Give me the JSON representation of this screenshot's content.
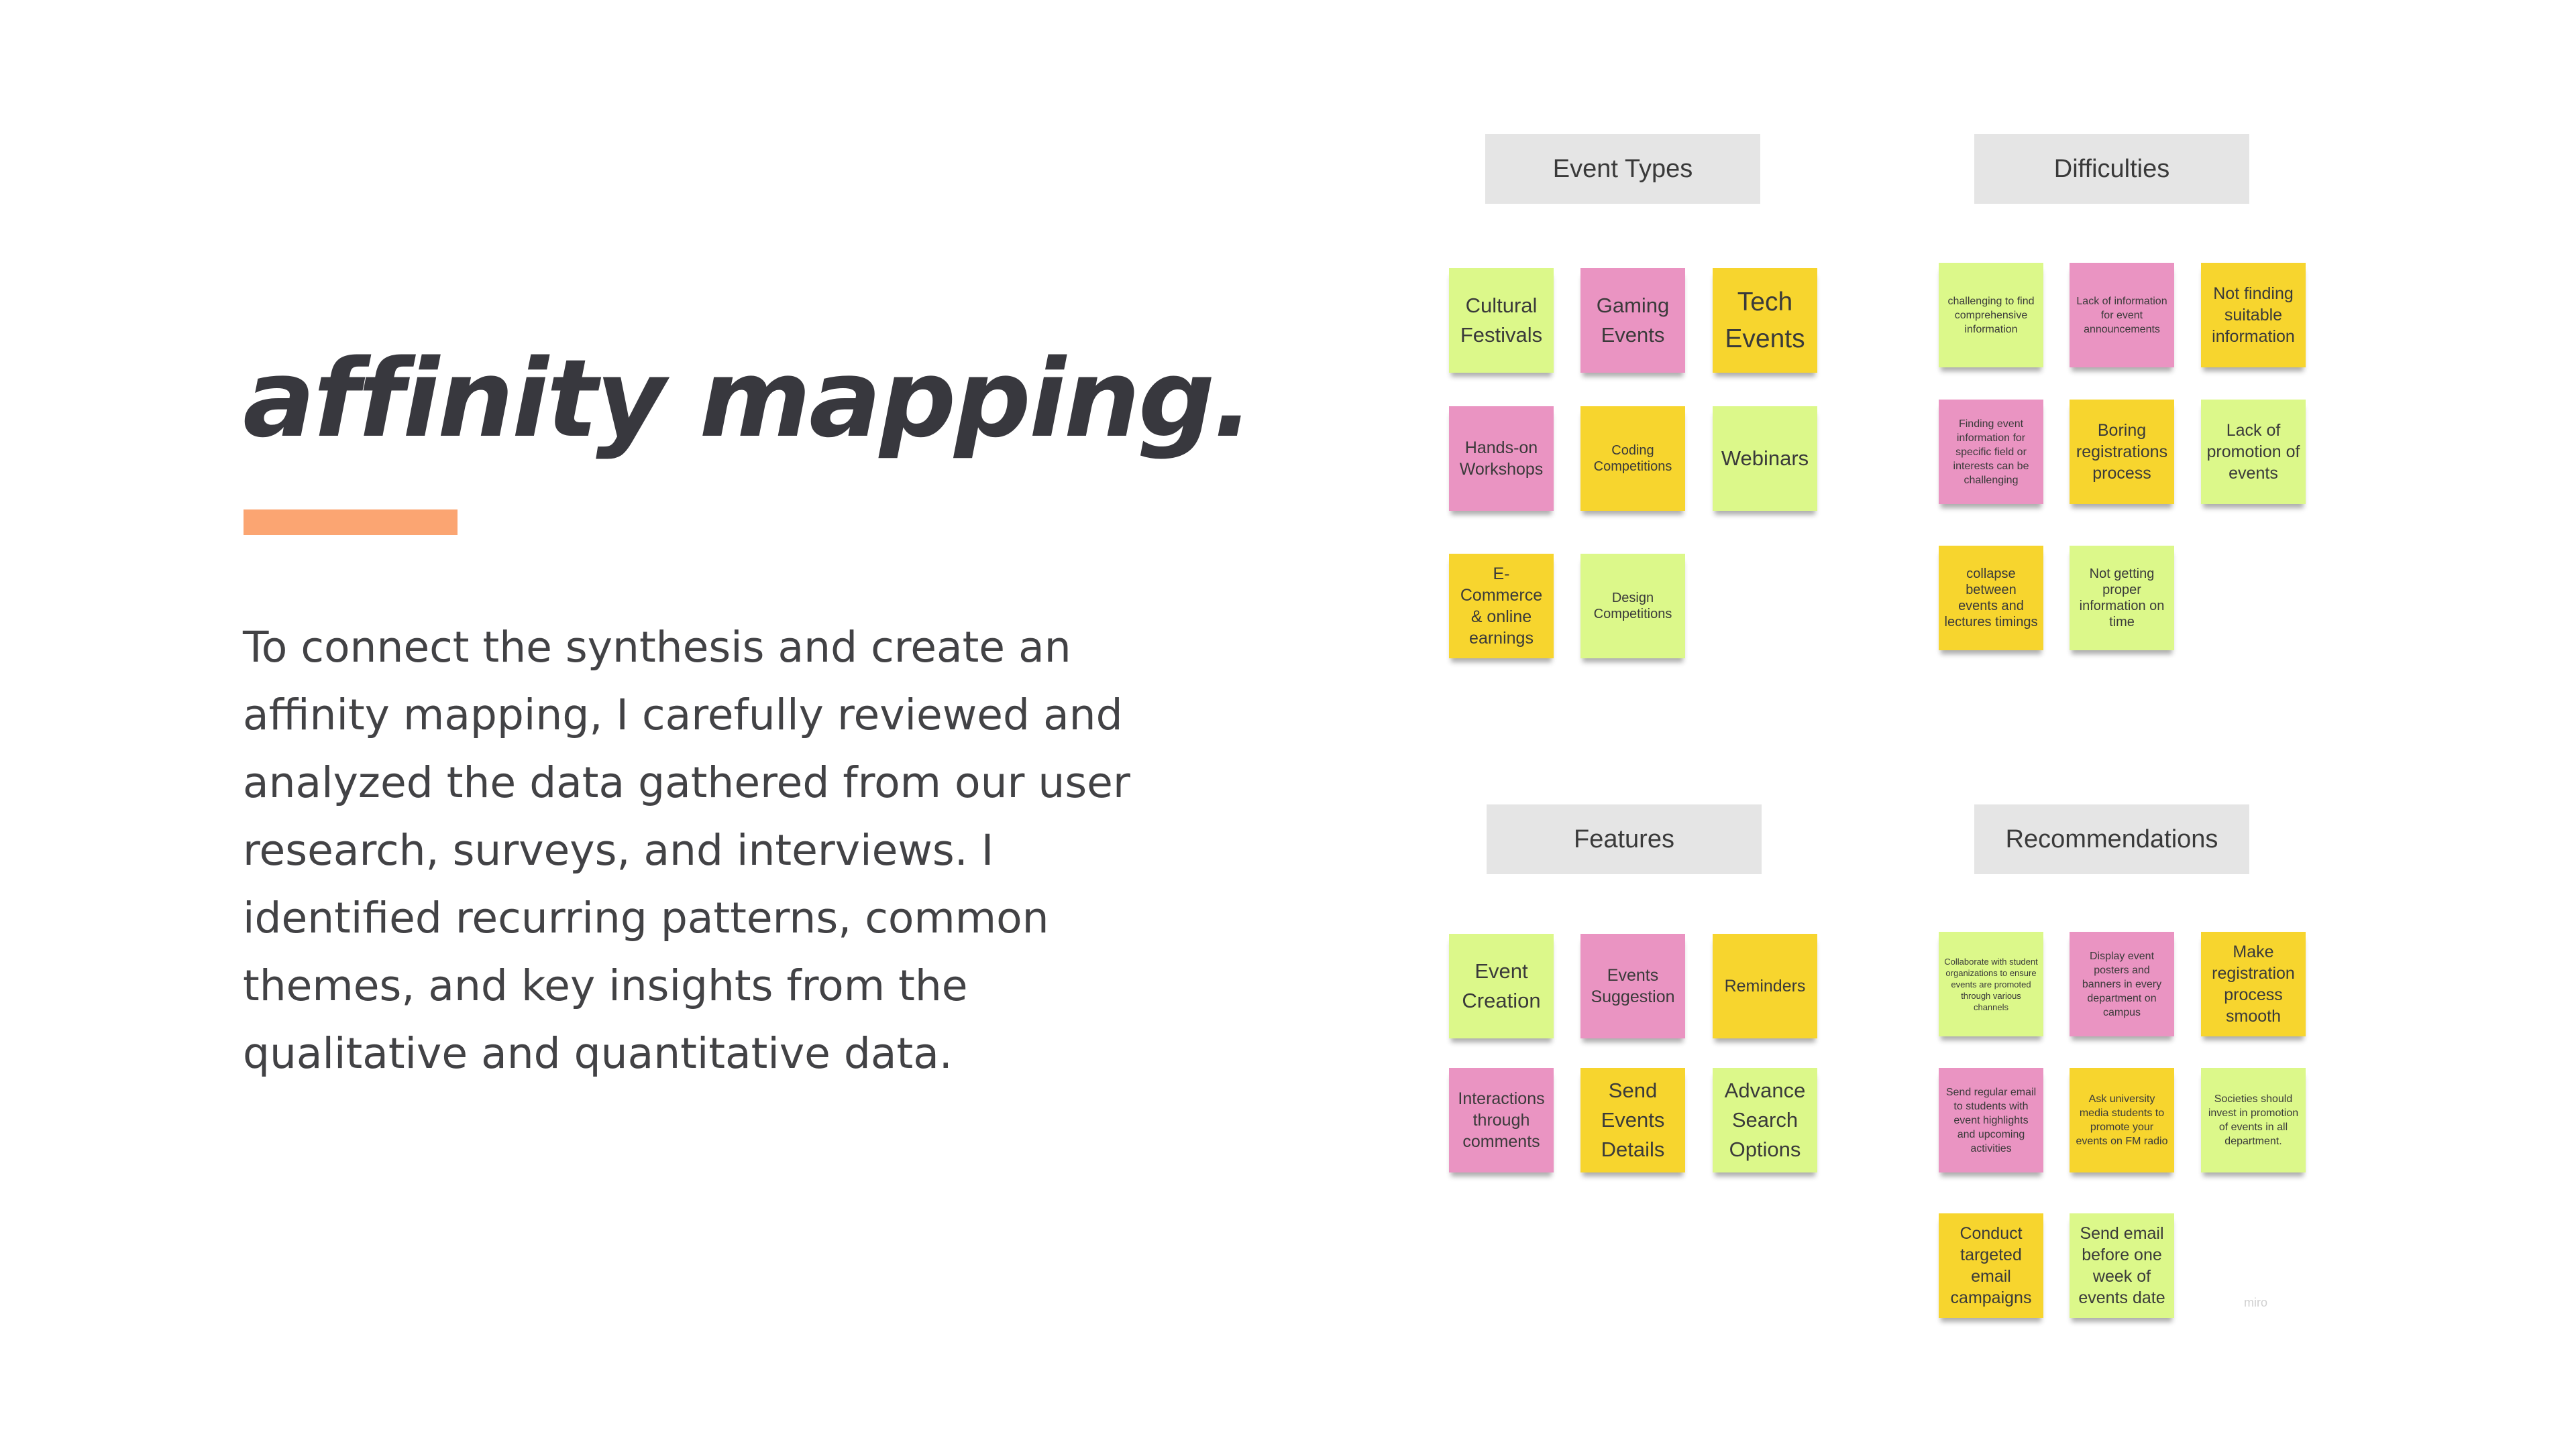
{
  "title": "affinity mapping.",
  "description_lines": [
    "To connect the synthesis and create an",
    "affinity mapping, I carefully reviewed and",
    "analyzed the data gathered from our user",
    "research, surveys, and interviews. I",
    "identified recurring patterns, common",
    "themes, and key insights from the",
    "qualitative and quantitative data."
  ],
  "board": {
    "event_types": {
      "header": "Event Types",
      "notes": [
        "Cultural Festivals",
        "Gaming Events",
        "Tech Events",
        "Hands-on Workshops",
        "Coding Competitions",
        "Webinars",
        "E-Commerce & online earnings",
        "Design Competitions"
      ]
    },
    "difficulties": {
      "header": "Difficulties",
      "notes": [
        "challenging to find comprehensive information",
        "Lack of information for event announcements",
        "Not finding suitable information",
        "Finding event information for specific field or interests can be challenging",
        "Boring registrations process",
        "Lack of promotion of events",
        "collapse between events and lectures timings",
        "Not getting proper information on time"
      ]
    },
    "features": {
      "header": "Features",
      "notes": [
        "Event Creation",
        "Events Suggestion",
        "Reminders",
        "Interactions through comments",
        "Send Events Details",
        "Advance Search Options"
      ]
    },
    "recommendations": {
      "header": "Recommendations",
      "notes": [
        "Collaborate with student organizations to ensure events are promoted through various channels",
        "Display event posters and banners in every department on campus",
        "Make registration process smooth",
        "Send regular email to students with event highlights and upcoming activities",
        "Ask university media students to promote your events on FM radio",
        "Societies should invest in promotion of events in all department.",
        "Conduct targeted email campaigns",
        "Send email before one week of events date"
      ]
    },
    "watermark": "miro",
    "colors": {
      "green": "#dcf88a",
      "pink": "#ea94c2",
      "yellow": "#f7d52e",
      "header_bg": "#e5e5e5",
      "accent_bar": "#fba572"
    }
  }
}
